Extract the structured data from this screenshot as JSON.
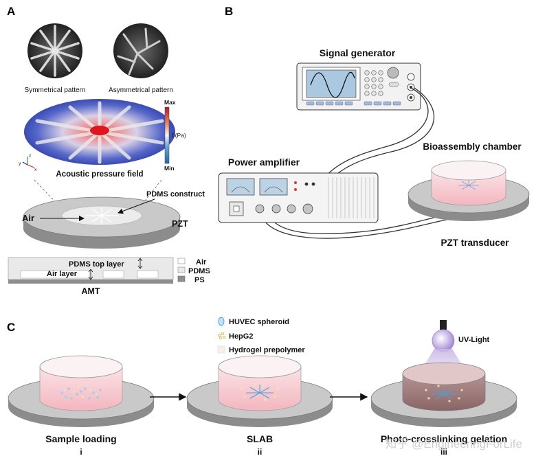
{
  "panels": {
    "a": "A",
    "b": "B",
    "c": "C"
  },
  "panel_a": {
    "symmetrical_pattern": "Symmetrical pattern",
    "asymmetrical_pattern": "Asymmetrical pattern",
    "colorbar_max": "Max",
    "colorbar_mid": "0(Pa)",
    "colorbar_min": "Min",
    "acoustic_pressure_field": "Acoustic pressure field",
    "pdms_construct": "PDMS construct",
    "air": "Air",
    "pzt": "PZT",
    "pdms_top_layer": "PDMS top layer",
    "air_layer": "Air layer",
    "legend_air": "Air",
    "legend_pdms": "PDMS",
    "legend_ps": "PS",
    "amt": "AMT",
    "axis_x": "x",
    "axis_y": "y",
    "axis_z": "z"
  },
  "panel_b": {
    "signal_generator": "Signal generator",
    "bioassembly_chamber": "Bioassembly chamber",
    "power_amplifier": "Power amplifier",
    "pzt_transducer": "PZT transducer"
  },
  "panel_c": {
    "legend": [
      "HUVEC spheroid",
      "HepG2",
      "Hydrogel prepolymer"
    ],
    "uv_light": "UV-Light",
    "step1": "Sample loading",
    "step1_num": "i",
    "step2": "SLAB",
    "step2_num": "ii",
    "step3": "Photo-crosslinking gelation",
    "step3_num": "iii"
  },
  "watermark": "知乎 @EngineeringForLife"
}
